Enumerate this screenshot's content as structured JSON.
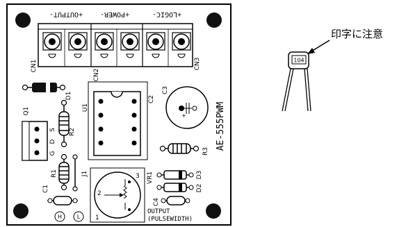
{
  "board": {
    "terminals": {
      "output_label": "+OUTPUT-",
      "power_label": "+POWER-",
      "logic_label": "+LOGIC-"
    },
    "connectors": [
      "CN1",
      "CN2",
      "CN3"
    ],
    "parts": {
      "d1": "D1",
      "q1": "Q1",
      "s": "S",
      "d": "D",
      "g": "G",
      "r2": "R2",
      "u1": "U1",
      "c2": "C2",
      "c3": "C3",
      "r3": "R3",
      "r1": "R1",
      "j1": "J1",
      "c1": "C1",
      "vr1": "VR1",
      "d3": "D3",
      "d2": "D2",
      "c4": "C4",
      "pin1": "1",
      "pin2": "2",
      "pin3": "3",
      "h": "H",
      "l": "L"
    },
    "board_name": "AE-555PWM",
    "output_caption_1": "OUTPUT",
    "output_caption_2": "(PULSEWIDTH)"
  },
  "callout": {
    "note": "印字に注意",
    "capacitor_code": "104"
  }
}
